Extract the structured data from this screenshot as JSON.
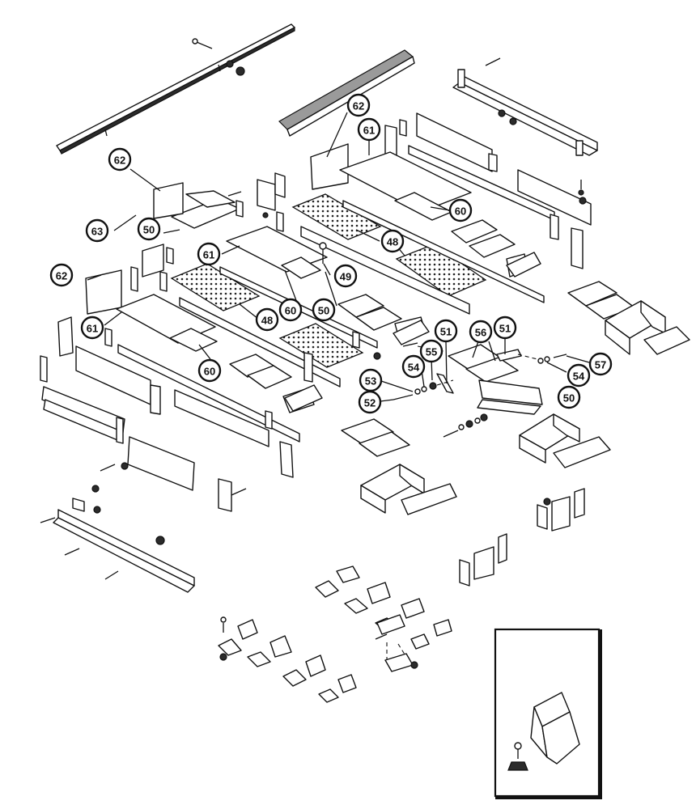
{
  "diagram": {
    "kind": "exploded parts view",
    "callouts": [
      {
        "id": "c62a",
        "label": "62"
      },
      {
        "id": "c62b",
        "label": "62"
      },
      {
        "id": "c62c",
        "label": "62"
      },
      {
        "id": "c61a",
        "label": "61"
      },
      {
        "id": "c61b",
        "label": "61"
      },
      {
        "id": "c61c",
        "label": "61"
      },
      {
        "id": "c63",
        "label": "63"
      },
      {
        "id": "c50a",
        "label": "50"
      },
      {
        "id": "c50b",
        "label": "50"
      },
      {
        "id": "c50c",
        "label": "50"
      },
      {
        "id": "c60a",
        "label": "60"
      },
      {
        "id": "c60b",
        "label": "60"
      },
      {
        "id": "c60c",
        "label": "60"
      },
      {
        "id": "c48a",
        "label": "48"
      },
      {
        "id": "c48b",
        "label": "48"
      },
      {
        "id": "c49",
        "label": "49"
      },
      {
        "id": "c51a",
        "label": "51"
      },
      {
        "id": "c51b",
        "label": "51"
      },
      {
        "id": "c56",
        "label": "56"
      },
      {
        "id": "c55",
        "label": "55"
      },
      {
        "id": "c54a",
        "label": "54"
      },
      {
        "id": "c54b",
        "label": "54"
      },
      {
        "id": "c57",
        "label": "57"
      },
      {
        "id": "c53",
        "label": "53"
      },
      {
        "id": "c52",
        "label": "52"
      }
    ],
    "palette": {
      "ink": "#111111",
      "paper": "#ffffff",
      "shade": "#9a9a9a"
    }
  }
}
